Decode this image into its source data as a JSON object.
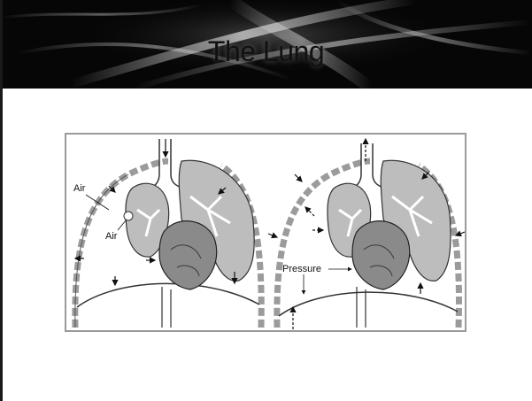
{
  "slide": {
    "title": "The Lung"
  },
  "figure": {
    "labels": {
      "air_upper": "Air",
      "air_lower": "Air",
      "pressure": "Pressure"
    }
  },
  "colors": {
    "header_bg": "#050505",
    "title_text": "#111111",
    "lung_fill": "#bdbdbd",
    "frame_border": "#9a9a9a"
  }
}
